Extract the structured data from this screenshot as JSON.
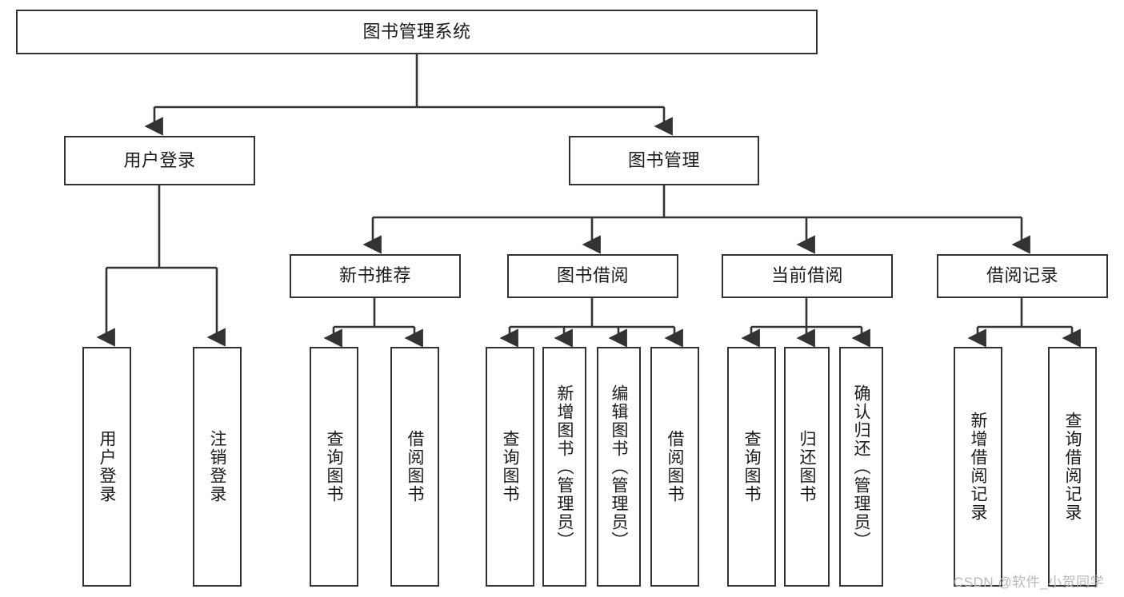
{
  "diagram": {
    "title": "图书管理系统",
    "type": "tree-hierarchy",
    "root": {
      "label": "图书管理系统"
    },
    "level2": [
      {
        "label": "用户登录"
      },
      {
        "label": "图书管理"
      }
    ],
    "level3": [
      {
        "label": "新书推荐"
      },
      {
        "label": "图书借阅"
      },
      {
        "label": "当前借阅"
      },
      {
        "label": "借阅记录"
      }
    ],
    "leaves_user_login": [
      {
        "label": "用户登录"
      },
      {
        "label": "注销登录"
      }
    ],
    "leaves_new_book": [
      {
        "label": "查询图书"
      },
      {
        "label": "借阅图书"
      }
    ],
    "leaves_borrow": [
      {
        "label": "查询图书"
      },
      {
        "label": "新增图书（管理员）"
      },
      {
        "label": "编辑图书（管理员）"
      },
      {
        "label": "借阅图书"
      }
    ],
    "leaves_current": [
      {
        "label": "查询图书"
      },
      {
        "label": "归还图书"
      },
      {
        "label": "确认归还（管理员）"
      }
    ],
    "leaves_records": [
      {
        "label": "新增借阅记录"
      },
      {
        "label": "查询借阅记录"
      }
    ]
  },
  "watermark": {
    "text": "CSDN @软件_小贺同学"
  },
  "colors": {
    "stroke": "#333333",
    "text": "#1a1a1a",
    "background": "#ffffff",
    "watermark": "#b9b9b9"
  }
}
